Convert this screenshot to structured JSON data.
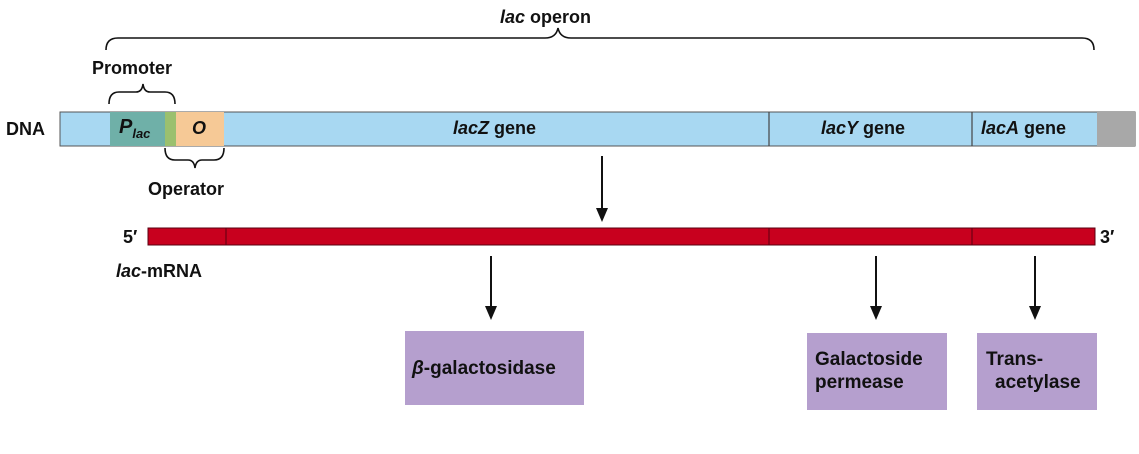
{
  "operon": {
    "name": "lac",
    "suffix": " operon"
  },
  "promoter_label": "Promoter",
  "operator_label": "Operator",
  "dna_label": "DNA",
  "dna": {
    "promoter": {
      "main": "P",
      "sub": "lac"
    },
    "operator": "O",
    "lacZ": {
      "gene": "lacZ",
      "suffix": " gene"
    },
    "lacY": {
      "gene": "lacY",
      "suffix": " gene"
    },
    "lacA": {
      "gene": "lacA",
      "suffix": " gene"
    }
  },
  "mrna": {
    "five_prime": "5′",
    "three_prime": "3′",
    "name": "lac",
    "suffix": "-mRNA"
  },
  "proteins": {
    "galactosidase": {
      "symbol": "β",
      "text": "-galactosidase"
    },
    "permease": {
      "line1": "Galactoside",
      "line2": "permease"
    },
    "transacetylase": {
      "line1": "Trans-",
      "line2": "acetylase"
    }
  },
  "colors": {
    "dna": "#a8d8f2",
    "promoter": "#6fb0a8",
    "spacer": "#9bc06e",
    "operator": "#f6c996",
    "end_cap": "#a8a8a8",
    "mrna": "#c8001e",
    "protein_box": "#b59fce"
  }
}
